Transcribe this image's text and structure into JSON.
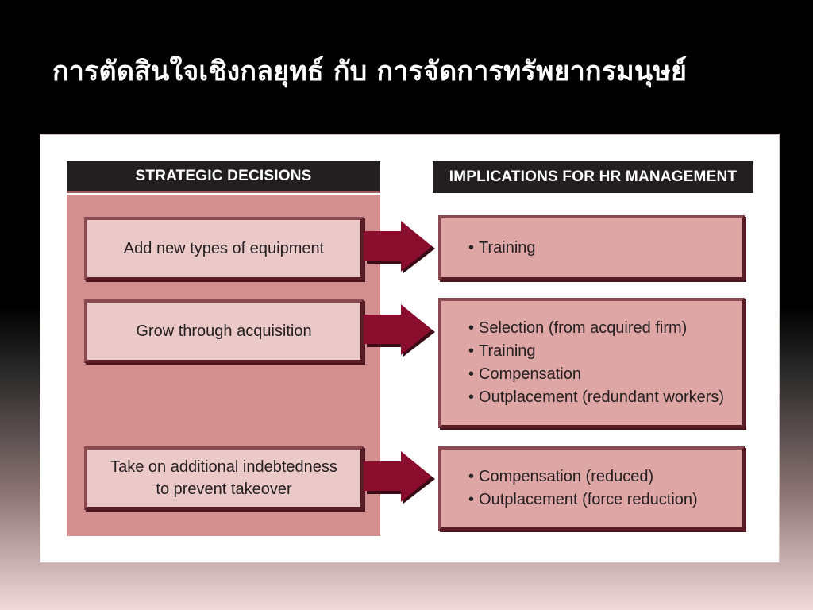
{
  "slide": {
    "title": "การตัดสินใจเชิงกลยุทธ์ กับ การจัดการทรัพยากรมนุษย์"
  },
  "diagram": {
    "left_header": "STRATEGIC DECISIONS",
    "right_header": "IMPLICATIONS FOR HR MANAGEMENT",
    "rows": [
      {
        "decision": [
          "Add new types of equipment"
        ],
        "implications": [
          "Training"
        ]
      },
      {
        "decision": [
          "Grow through acquisition"
        ],
        "implications": [
          "Selection (from acquired firm)",
          "Training",
          "Compensation",
          "Outplacement (redundant workers)"
        ]
      },
      {
        "decision": [
          "Take on additional indebtedness",
          "to prevent takeover"
        ],
        "implications": [
          "Compensation (reduced)",
          "Outplacement (force reduction)"
        ]
      }
    ],
    "colors": {
      "arrow": "#8b0d2e",
      "left_column": "#d38f8f",
      "decision_box": "#ecc9c9",
      "implication_box": "#dfa6a6",
      "header": "#231f20",
      "border": "#7a2b36"
    }
  }
}
